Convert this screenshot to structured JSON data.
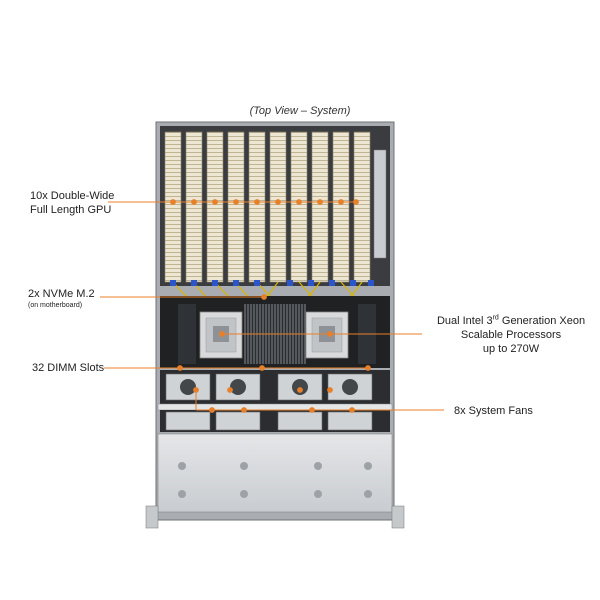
{
  "caption": "(Top View – System)",
  "callouts": {
    "gpu": {
      "line1": "10x Double-Wide",
      "line2": "Full Length GPU"
    },
    "nvme": {
      "line1": "2x NVMe M.2",
      "line2": "(on motherboard)"
    },
    "dimm": {
      "line1": "32 DIMM Slots"
    },
    "cpu": {
      "line1_pre": "Dual Intel ",
      "line1_sup": "rd",
      "line1_num": "3",
      "line1_post": " Generation Xeon",
      "line2": "Scalable Processors",
      "line3": "up to 270W"
    },
    "fans": {
      "line1": "8x System Fans"
    }
  },
  "colors": {
    "callout": "#e8802a",
    "chassis": "#b9bcc0",
    "gpu_card": "#e9e2cc",
    "fin": "#cfc6a6"
  }
}
